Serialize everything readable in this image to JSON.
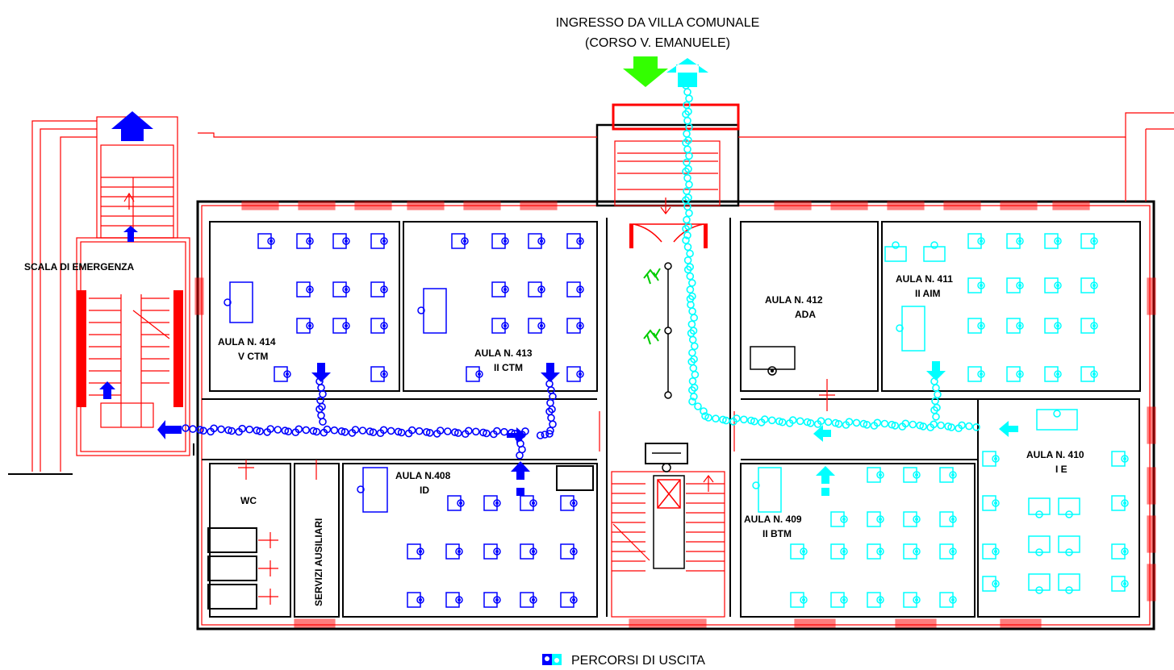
{
  "header": {
    "entrance_line1": "INGRESSO DA VILLA COMUNALE",
    "entrance_line2": "(CORSO V. EMANUELE)"
  },
  "labels": {
    "emergency_stair": "SCALA DI EMERGENZA",
    "wc": "WC",
    "services": "SERVIZI AUSILIARI"
  },
  "rooms": [
    {
      "line1": "AULA N. 414",
      "line2": "V CTM"
    },
    {
      "line1": "AULA N. 413",
      "line2": "II CTM"
    },
    {
      "line1": "AULA N.408",
      "line2": "ID"
    },
    {
      "line1": "AULA N. 412",
      "line2": "ADA"
    },
    {
      "line1": "AULA N. 411",
      "line2": "II AIM"
    },
    {
      "line1": "AULA N. 410",
      "line2": "I E"
    },
    {
      "line1": "AULA N. 409",
      "line2": "II BTM"
    }
  ],
  "legend": {
    "exit_routes": "PERCORSI DI USCITA",
    "icon": "people-group-icon"
  },
  "colors": {
    "walls": "#ff0000",
    "west_route": "#0000ff",
    "east_route": "#00ffff",
    "entrance_arrow": "#33ff00",
    "extinguisher": "#00cc00"
  }
}
